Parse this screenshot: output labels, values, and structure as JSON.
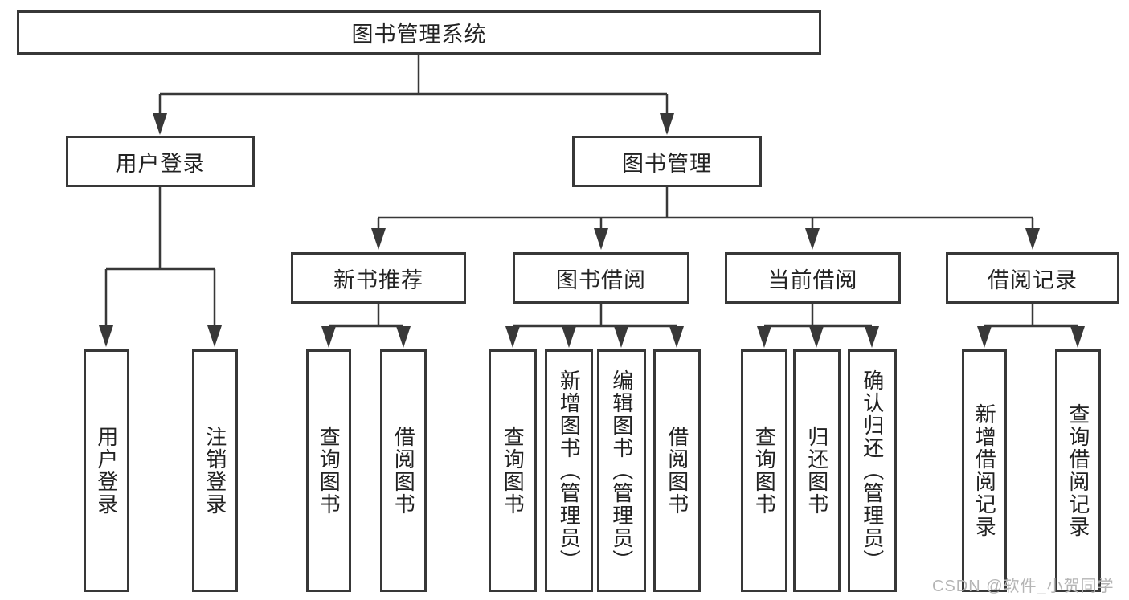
{
  "colors": {
    "line": "#383838",
    "text": "#222222",
    "bg": "#ffffff",
    "watermark": "#b5b5b5"
  },
  "watermark": {
    "text": "CSDN @软件_小贺同学"
  },
  "nodes": {
    "root": "图书管理系统",
    "l2": [
      "用户登录",
      "图书管理"
    ],
    "l3": [
      "新书推荐",
      "图书借阅",
      "当前借阅",
      "借阅记录"
    ],
    "leaves_user": [
      "用户登录",
      "注销登录"
    ],
    "leaves_newbook": [
      "查询图书",
      "借阅图书"
    ],
    "leaves_borrow": [
      "查询图书",
      "新增图书（管理员）",
      "编辑图书（管理员）",
      "借阅图书"
    ],
    "leaves_current": [
      "查询图书",
      "归还图书",
      "确认归还（管理员）"
    ],
    "leaves_records": [
      "新增借阅记录",
      "查询借阅记录"
    ]
  }
}
